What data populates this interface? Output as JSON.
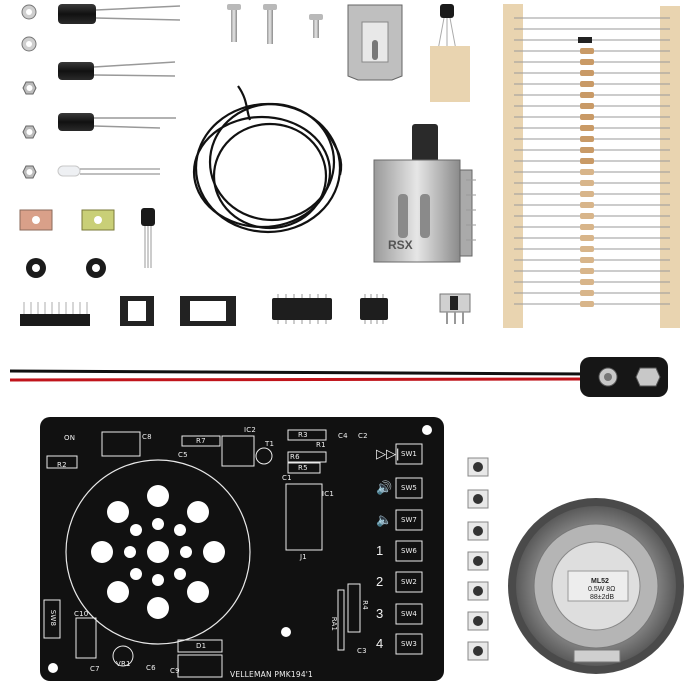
{
  "pcb": {
    "brand": "VELLEMAN PMK194'1",
    "labels": {
      "on": "ON",
      "r2": "R2",
      "c8": "C8",
      "r7": "R7",
      "c5": "C5",
      "ic2": "IC2",
      "r3": "R3",
      "c4": "C4",
      "c2": "C2",
      "r1": "R1",
      "t1": "T1",
      "r6": "R6",
      "r5": "R5",
      "c1": "C1",
      "ic1": "IC1",
      "j1": "J1",
      "c10": "C10",
      "sw8": "SW8",
      "c7": "C7",
      "vr1": "VR1",
      "c6": "C6",
      "d1": "D1",
      "c9": "C9",
      "r4": "R4",
      "ra1": "RA1",
      "c3": "C3"
    },
    "switches": [
      {
        "label": "SW1",
        "symbol": "▷▷|"
      },
      {
        "label": "SW5",
        "symbol": "🔊"
      },
      {
        "label": "SW7",
        "symbol": "🔈"
      },
      {
        "label": "SW6",
        "symbol": "1"
      },
      {
        "label": "SW2",
        "symbol": "2"
      },
      {
        "label": "SW4",
        "symbol": "3"
      },
      {
        "label": "SW3",
        "symbol": "4"
      }
    ]
  },
  "rf_module": {
    "marking": "RSX"
  },
  "speaker": {
    "model": "ML52",
    "spec1": "0.5W 8Ω",
    "spec2": "88±2dB"
  },
  "colors": {
    "pcb": "#111111",
    "pcb_silk": "#f2f2f2",
    "wire_red": "#c0141b",
    "wire_black": "#111111",
    "tape": "#e9d4b0",
    "resistor_body": "#d8b58a"
  }
}
